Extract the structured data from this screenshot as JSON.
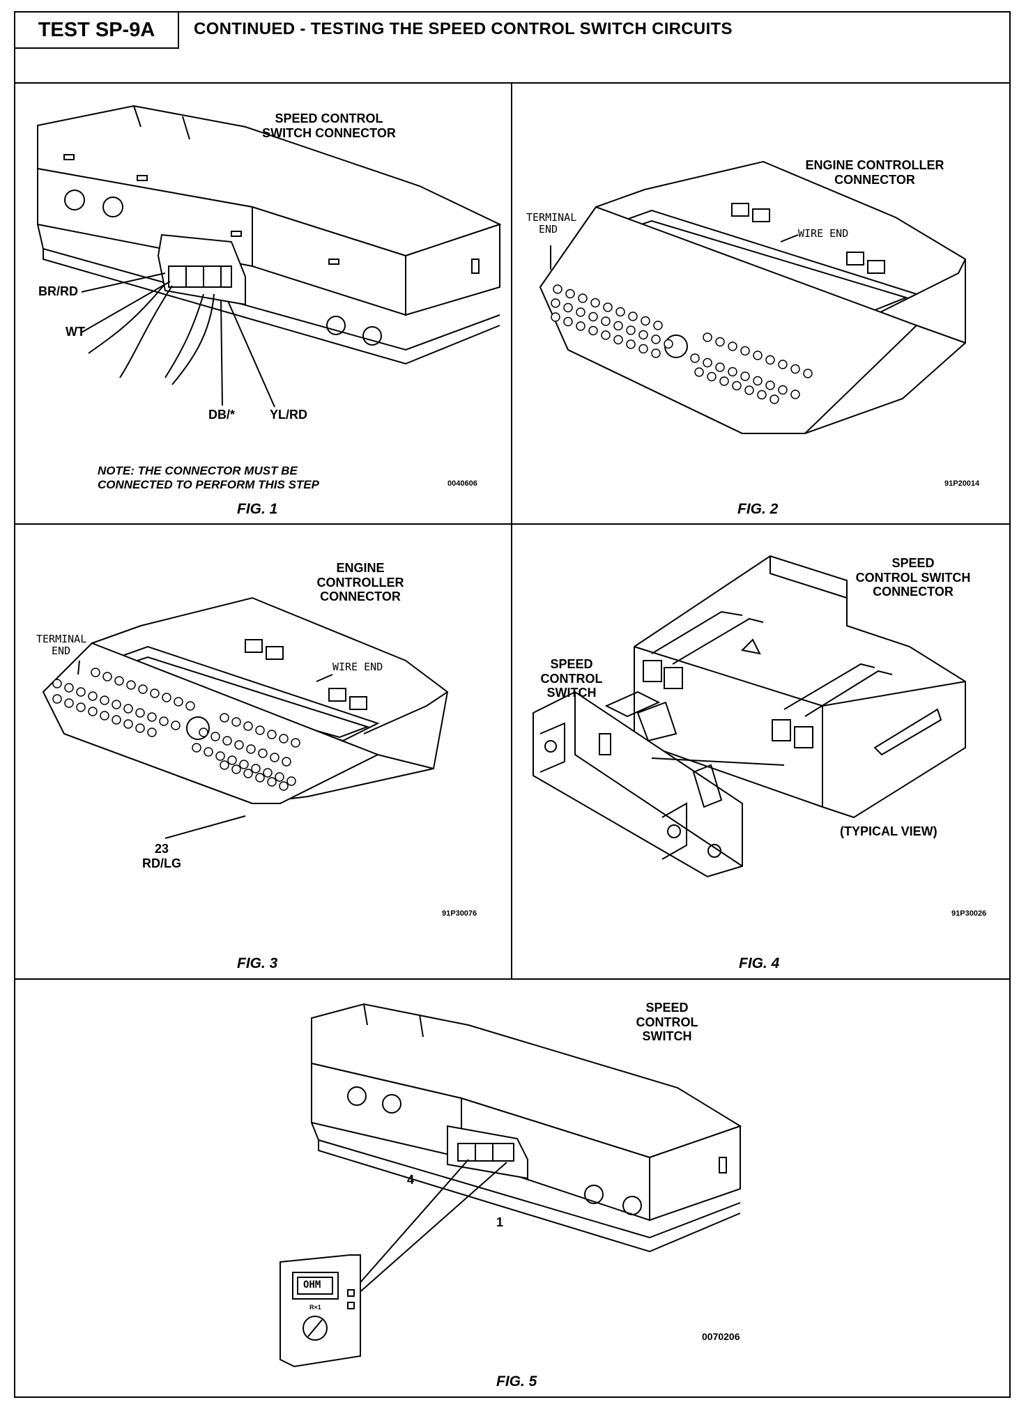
{
  "header": {
    "test_id": "TEST SP-9A",
    "title": "CONTINUED - TESTING THE SPEED CONTROL SWITCH CIRCUITS"
  },
  "fig1": {
    "title_line1": "SPEED CONTROL",
    "title_line2": "SWITCH CONNECTOR",
    "wire_br_rd": "BR/RD",
    "wire_wt": "WT",
    "wire_db": "DB/*",
    "wire_yl_rd": "YL/RD",
    "note_line1": "NOTE: THE CONNECTOR MUST BE",
    "note_line2": "CONNECTED TO PERFORM THIS STEP",
    "code": "0040606",
    "caption": "FIG. 1"
  },
  "fig2": {
    "title_line1": "ENGINE CONTROLLER",
    "title_line2": "CONNECTOR",
    "terminal_line1": "TERMINAL",
    "terminal_line2": "END",
    "wire_end": "WIRE END",
    "code": "91P20014",
    "caption": "FIG. 2"
  },
  "fig3": {
    "title_line1": "ENGINE",
    "title_line2": "CONTROLLER",
    "title_line3": "CONNECTOR",
    "terminal_line1": "TERMINAL",
    "terminal_line2": "END",
    "wire_end": "WIRE END",
    "pin_number": "23",
    "pin_wire": "RD/LG",
    "code": "91P30076",
    "caption": "FIG. 3"
  },
  "fig4": {
    "connector_line1": "SPEED",
    "connector_line2": "CONTROL SWITCH",
    "connector_line3": "CONNECTOR",
    "switch_line1": "SPEED",
    "switch_line2": "CONTROL",
    "switch_line3": "SWITCH",
    "typical_view": "(TYPICAL VIEW)",
    "code": "91P30026",
    "caption": "FIG. 4"
  },
  "fig5": {
    "title_line1": "SPEED",
    "title_line2": "CONTROL",
    "title_line3": "SWITCH",
    "pin_4": "4",
    "pin_1": "1",
    "meter_display": "OHM",
    "meter_range": "R×1",
    "code": "0070206",
    "caption": "FIG. 5"
  }
}
